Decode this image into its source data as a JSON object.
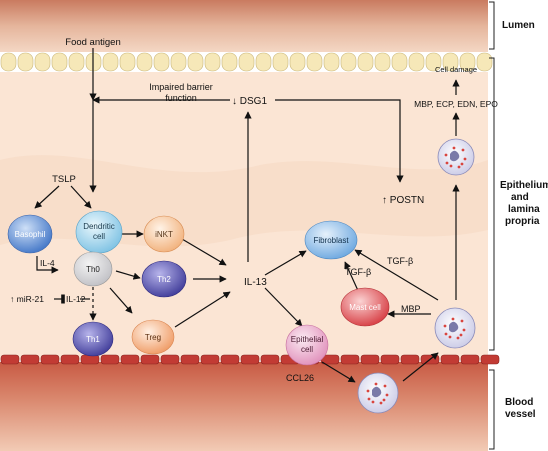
{
  "regions": {
    "lumen": "Lumen",
    "epithelium_line1": "Epithelium",
    "epithelium_line2": "and",
    "epithelium_line3": "lamina",
    "epithelium_line4": "propria",
    "blood_line1": "Blood",
    "blood_line2": "vessel"
  },
  "labels": {
    "food_antigen": "Food antigen",
    "impaired_line1": "Impaired barrier",
    "impaired_line2": "function",
    "dsg1": "↓ DSG1",
    "cell_damage": "Cell damage",
    "mediators": "MBP, ECP, EDN, EPO",
    "postn": "↑ POSTN",
    "tslp": "TSLP",
    "il4": "IL-4",
    "mir21": "↑ miR-21",
    "il12": "IL-12",
    "il13": "IL-13",
    "tgf_beta_1": "TGF-β",
    "tgf_beta_2": "TGF-β",
    "mbp": "MBP",
    "ccl26": "CCL26"
  },
  "cells": {
    "basophil": "Basophil",
    "dendritic_line1": "Dendritic",
    "dendritic_line2": "cell",
    "inkt": "iNKT",
    "th0": "Th0",
    "th2": "Th2",
    "th1": "Th1",
    "treg": "Treg",
    "fibroblast": "Fibroblast",
    "mast_cell": "Mast cell",
    "epithelial_line1": "Epithelial",
    "epithelial_line2": "cell"
  },
  "colors": {
    "basophil": "#5b8fd6",
    "dendritic": "#9bd0ea",
    "inkt": "#f6c49a",
    "th": "#5a56b3",
    "treg": "#f3a878",
    "fibroblast": "#7fb5e6",
    "mast_cell": "#e0464c",
    "epithelial": "#e8a8c8",
    "eosinophil": "#dcdcef",
    "lumen_tissue": "#d2886f",
    "vessel_tissue": "#c0533d",
    "lamina": "#fbe6d6"
  }
}
